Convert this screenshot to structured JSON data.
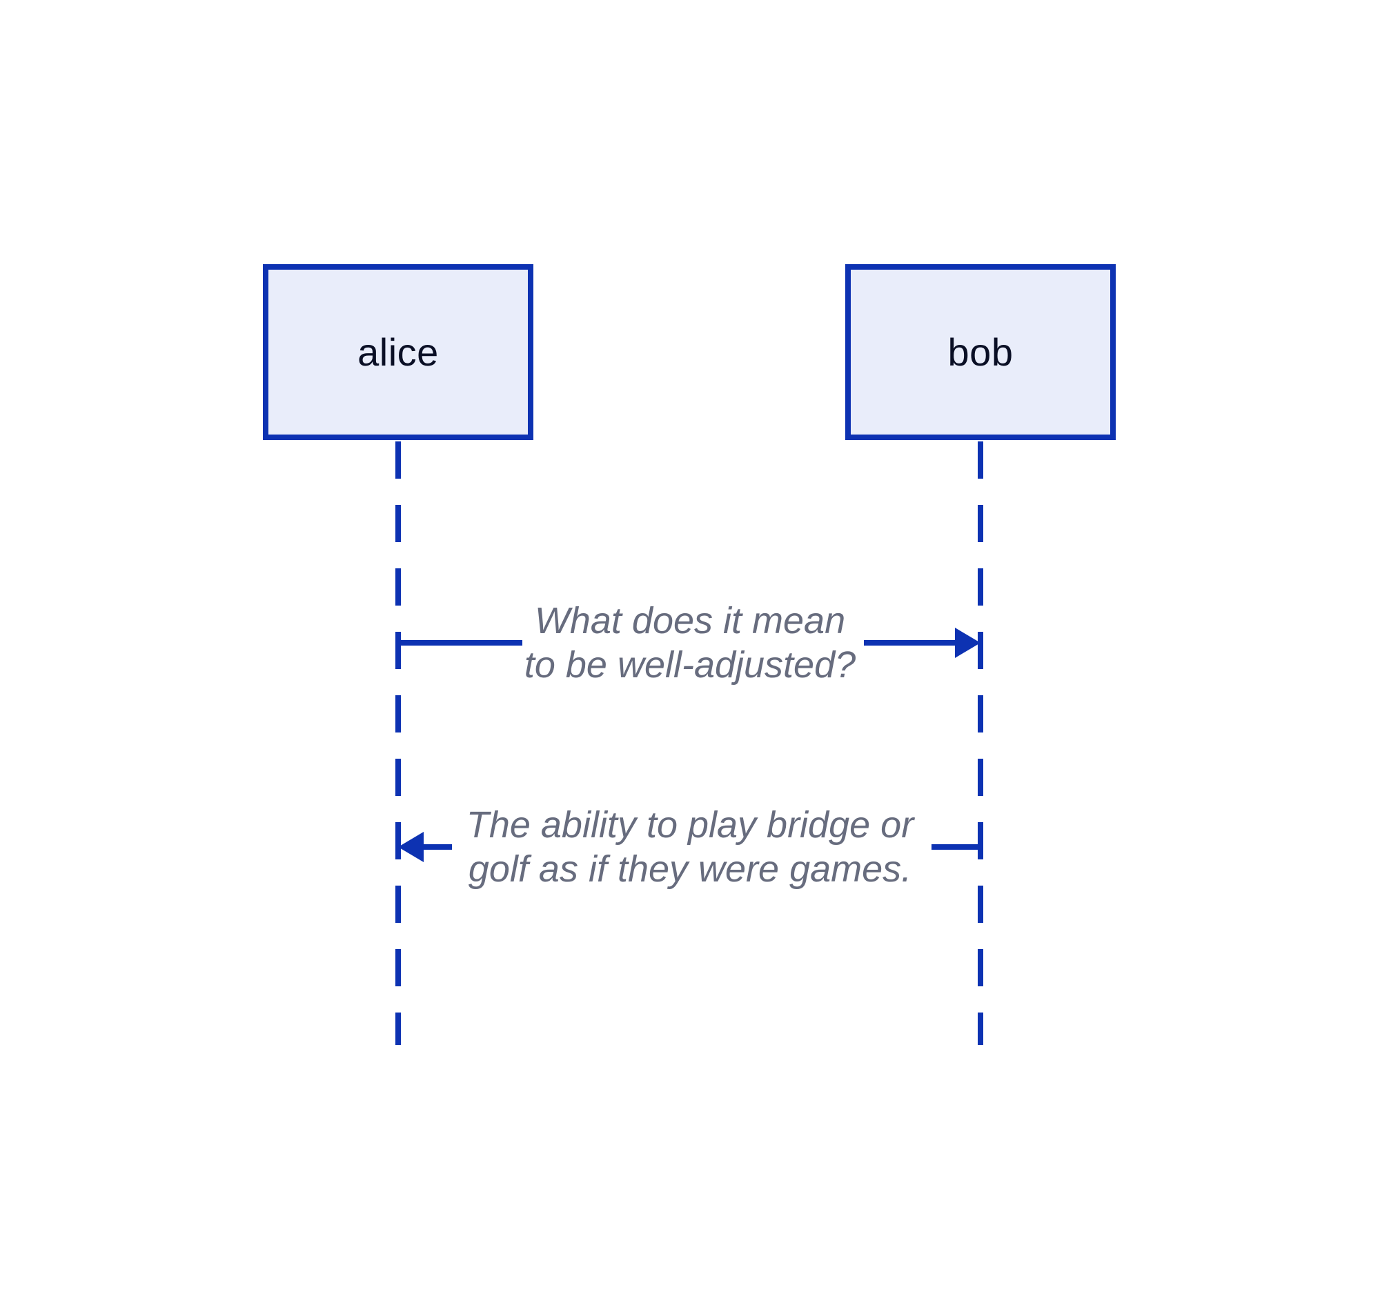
{
  "diagram": {
    "type": "sequence-diagram",
    "colors": {
      "stroke": "#0D32B2",
      "actor_fill": "#E9EDFA",
      "actor_text": "#0A0F25",
      "message_text": "#676C7E"
    },
    "actors": [
      {
        "id": "alice",
        "label": "alice"
      },
      {
        "id": "bob",
        "label": "bob"
      }
    ],
    "messages": [
      {
        "from": "alice",
        "to": "bob",
        "direction": "right",
        "label": "What does it mean to be well-adjusted?",
        "label_lines": [
          "What does it mean",
          "to be well-adjusted?"
        ]
      },
      {
        "from": "bob",
        "to": "alice",
        "direction": "left",
        "label": "The ability to play bridge or golf as if they were games.",
        "label_lines": [
          "The ability to play bridge or",
          "golf as if they were games."
        ]
      }
    ]
  }
}
